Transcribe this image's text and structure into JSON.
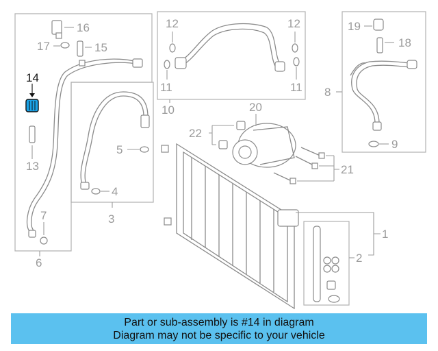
{
  "diagram": {
    "labels": {
      "n1": "1",
      "n2": "2",
      "n3": "3",
      "n4": "4",
      "n5": "5",
      "n6": "6",
      "n7": "7",
      "n8": "8",
      "n9": "9",
      "n10": "10",
      "n11a": "11",
      "n11b": "11",
      "n12a": "12",
      "n12b": "12",
      "n13": "13",
      "n14": "14",
      "n15": "15",
      "n16": "16",
      "n17": "17",
      "n18": "18",
      "n19": "19",
      "n20": "20",
      "n21": "21",
      "n22": "22"
    },
    "highlight_color": "#1aa3e8",
    "highlighted_part": "14"
  },
  "banner": {
    "line1": "Part or sub-assembly is #14 in diagram",
    "line2": "Diagram may not be specific to your vehicle",
    "color": "#5bc1ef"
  }
}
